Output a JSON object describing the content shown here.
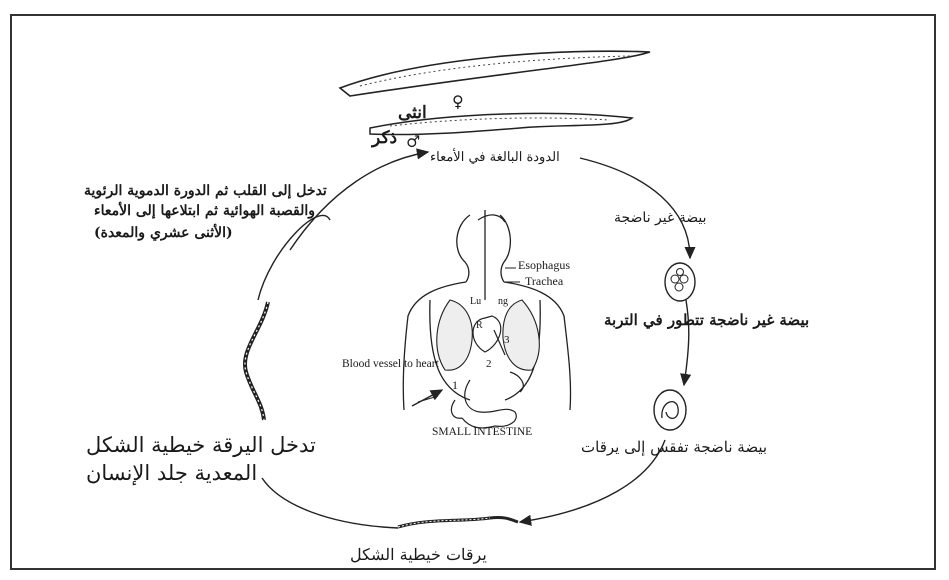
{
  "labels": {
    "female": "انثى",
    "female_symbol": "♀",
    "male": "ذكر",
    "male_symbol": "♂",
    "adult_worm": "الدودة البالغة في الأمعاء",
    "immature_egg": "بيضة غير ناضجة",
    "egg_soil": "بيضة غير ناضجة تتطور في التربة",
    "egg_hatch": "بيضة ناضجة تفقس إلى يرقات",
    "filariform": "يرقات خيطية الشكل",
    "infect_skin_line1": "تدخل اليرقة خيطية الشكل",
    "infect_skin_line2": "المعدية جلد الإنسان",
    "enter_heart_line1": "تدخل إلى القلب ثم الدورة الدموية الرئوية",
    "enter_heart_line2": "والقصبة الهوائية ثم ابتلاعها إلى الأمعاء",
    "enter_heart_line3": "(الأثنى عشري والمعدة)"
  },
  "anatomy": {
    "esophagus": "Esophagus",
    "trachea": "Trachea",
    "blood_vessel": "Blood vessel to heart",
    "small_intestine": "SMALL INTESTINE",
    "lung_left": "Lu",
    "lung_right": "ng",
    "heart": "R",
    "num1": "1",
    "num2": "2",
    "num3": "3"
  }
}
